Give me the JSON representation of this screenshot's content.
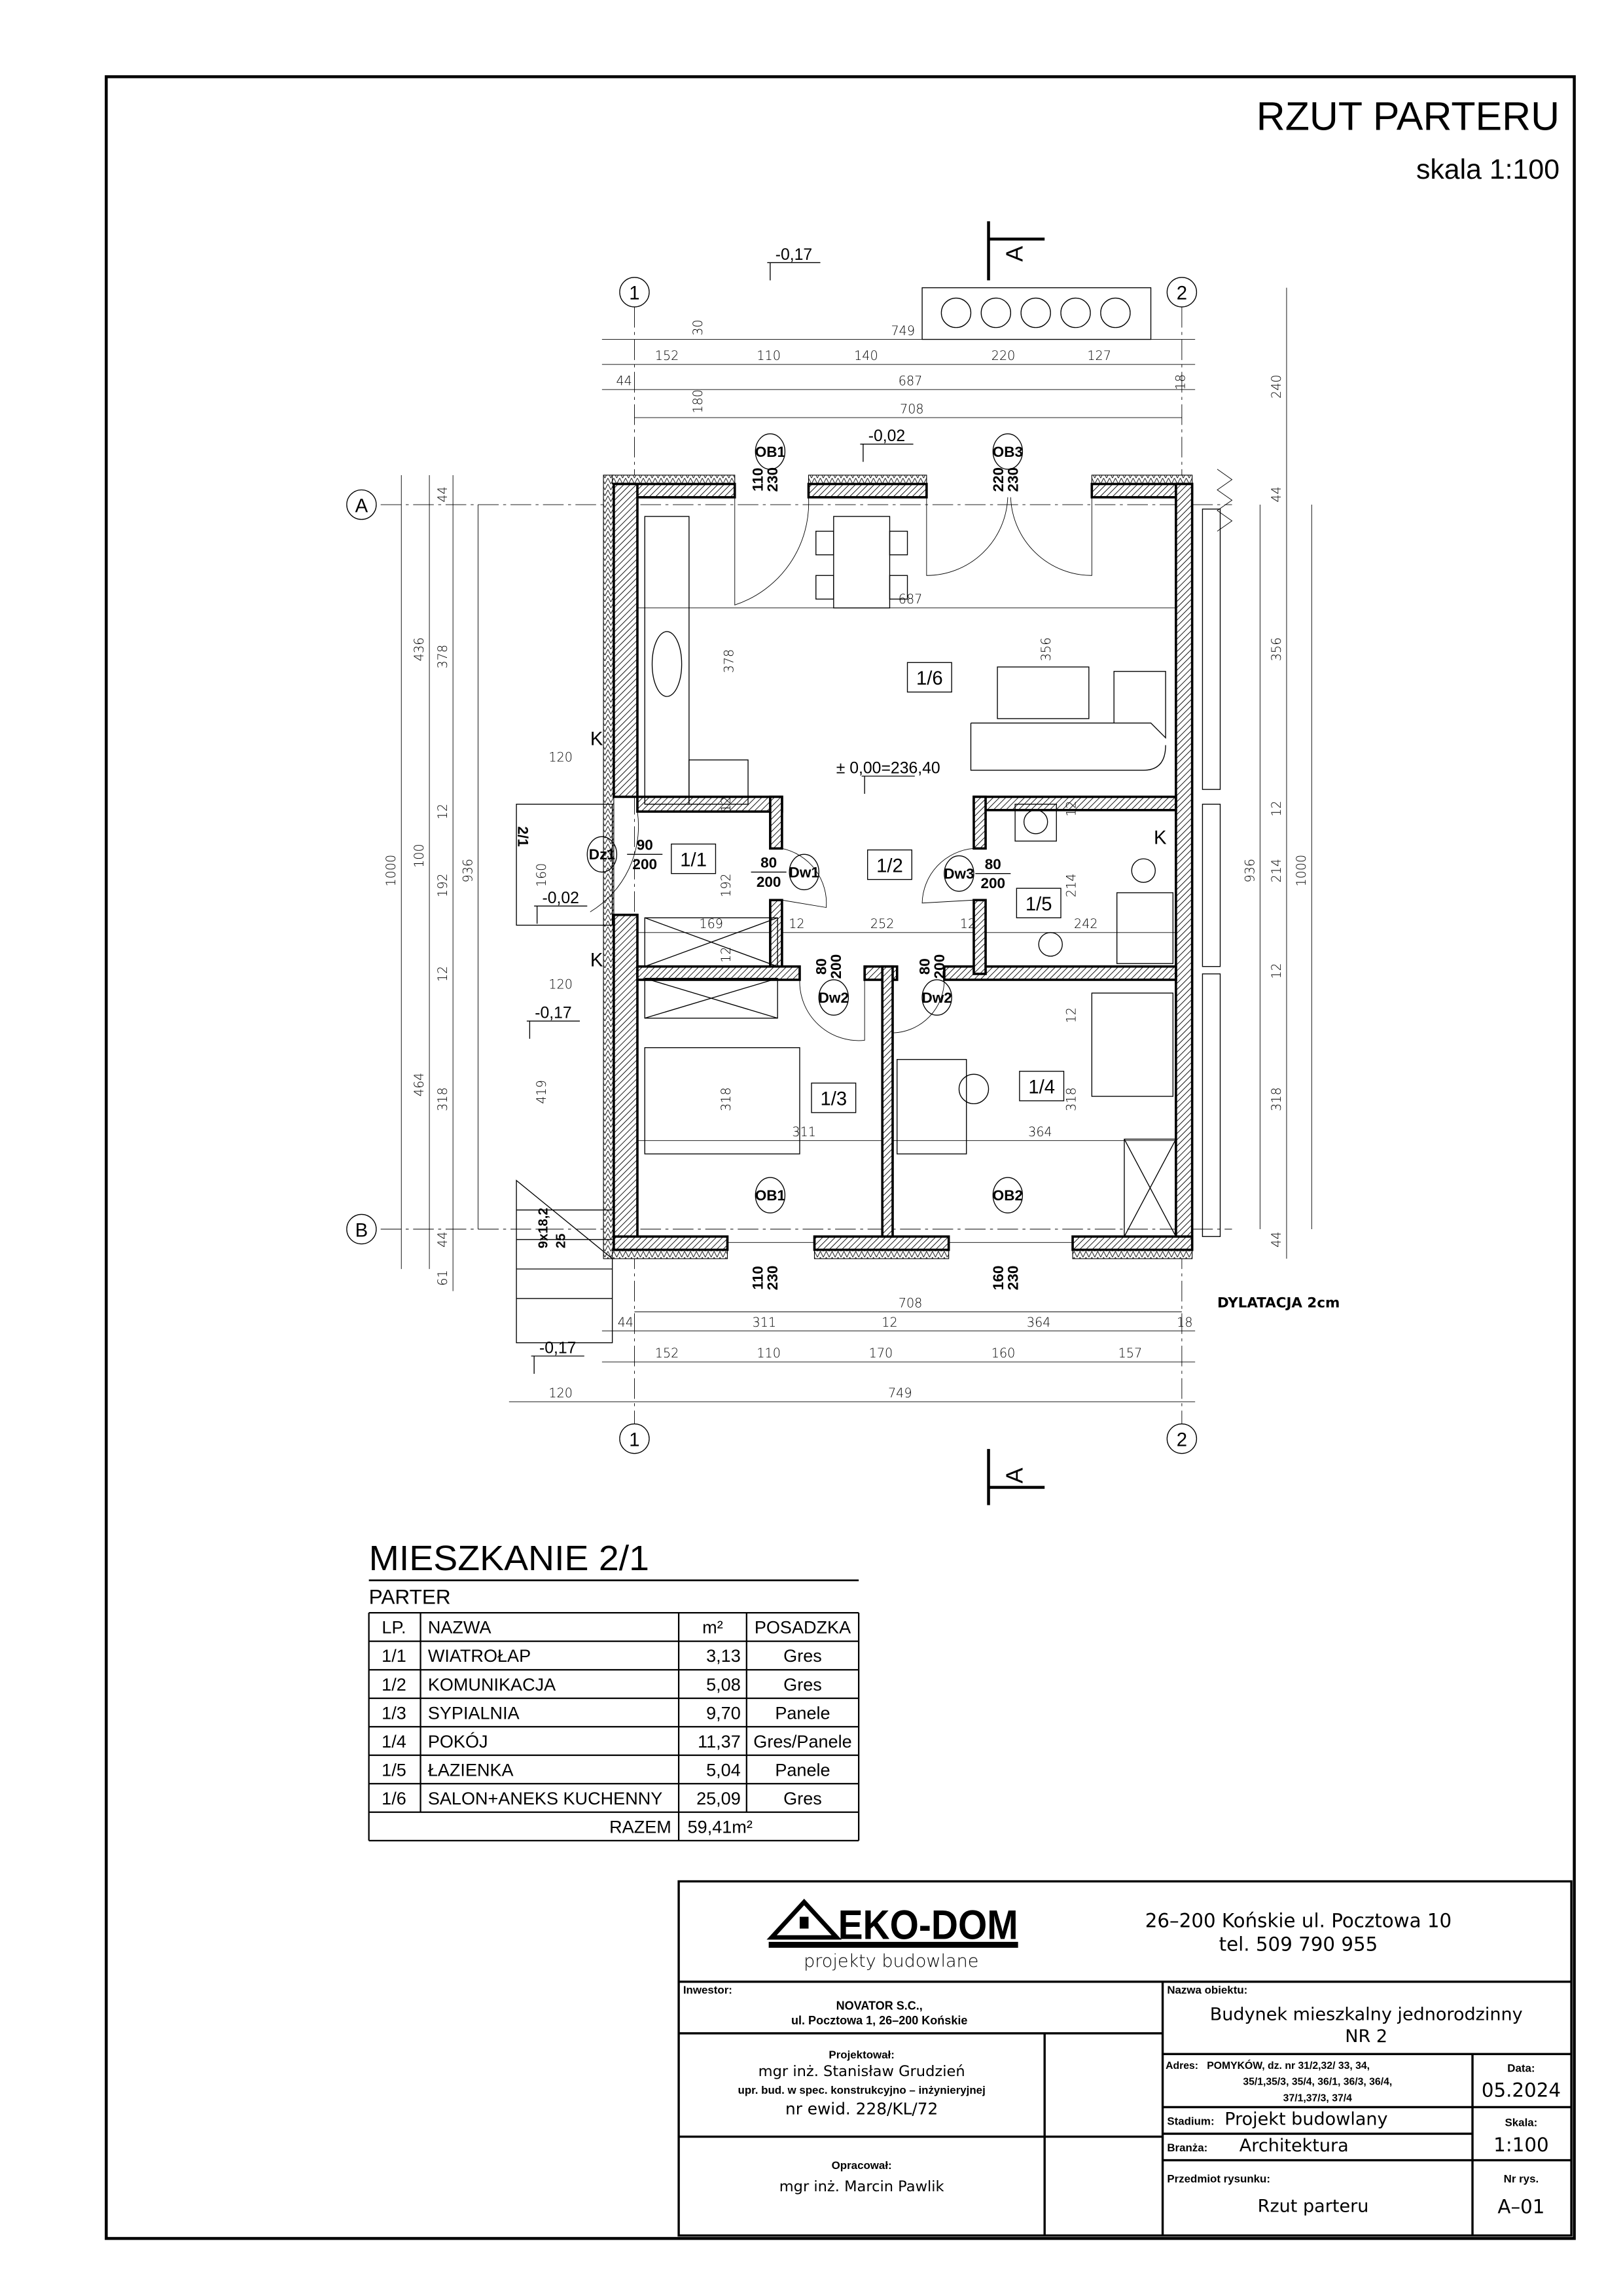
{
  "sheet": {
    "title": "RZUT PARTERU",
    "scale": "skala 1:100"
  },
  "plan": {
    "grid": {
      "a": "A",
      "b": "B",
      "one": "1",
      "two": "2"
    },
    "section_mark": "A",
    "rooms": [
      "1/6",
      "1/1",
      "1/2",
      "1/5",
      "1/3",
      "1/4"
    ],
    "levels": [
      "-0,17",
      "-0,02",
      "-0,02",
      "-0,17",
      "-0,17",
      "± 0,00=236,40"
    ],
    "openings": [
      {
        "tag": "OB1",
        "w": "110",
        "h": "230"
      },
      {
        "tag": "OB3",
        "w": "220",
        "h": "230"
      },
      {
        "tag": "OB1",
        "w": "110",
        "h": "230"
      },
      {
        "tag": "OB2",
        "w": "160",
        "h": "230"
      },
      {
        "tag": "Dz1",
        "w": "90",
        "h": "200"
      },
      {
        "tag": "Dw1",
        "w": "80",
        "h": "200"
      },
      {
        "tag": "Dw3",
        "w": "80",
        "h": "200"
      },
      {
        "tag": "Dw2",
        "w": "80",
        "h": "200"
      },
      {
        "tag": "Dw2",
        "w": "80",
        "h": "200"
      }
    ],
    "dims": [
      "30",
      "749",
      "152",
      "110",
      "140",
      "220",
      "127",
      "44",
      "687",
      "18",
      "180",
      "708",
      "240",
      "44",
      "436",
      "378",
      "378",
      "12",
      "1000",
      "100",
      "192",
      "936",
      "12",
      "464",
      "318",
      "419",
      "44",
      "61",
      "120",
      "120",
      "356",
      "936",
      "1000",
      "214",
      "12",
      "12",
      "318",
      "44",
      "44",
      "687",
      "356",
      "160",
      "169",
      "12",
      "252",
      "12",
      "242",
      "214",
      "192",
      "12",
      "12",
      "318",
      "311",
      "364",
      "318",
      "12",
      "12",
      "708",
      "44",
      "311",
      "12",
      "364",
      "18",
      "152",
      "110",
      "170",
      "160",
      "157",
      "120",
      "749"
    ],
    "chimney_mark": "K",
    "expansion_joint": "DYLATACJA 2cm",
    "stair_label": "2/1",
    "stair_steps": "9x18,2",
    "stair_tread": "25"
  },
  "apartment": {
    "title": "MIESZKANIE 2/1",
    "floor": "PARTER",
    "headers": [
      "LP.",
      "NAZWA",
      "m²",
      "POSADZKA"
    ],
    "rows": [
      [
        "1/1",
        "WIATROŁAP",
        "3,13",
        "Gres"
      ],
      [
        "1/2",
        "KOMUNIKACJA",
        "5,08",
        "Gres"
      ],
      [
        "1/3",
        "SYPIALNIA",
        "9,70",
        "Panele"
      ],
      [
        "1/4",
        "POKÓJ",
        "11,37",
        "Gres/Panele"
      ],
      [
        "1/5",
        "ŁAZIENKA",
        "5,04",
        "Panele"
      ],
      [
        "1/6",
        "SALON+ANEKS KUCHENNY",
        "25,09",
        "Gres"
      ]
    ],
    "total_label": "RAZEM",
    "total_value": "59,41m²"
  },
  "title_block": {
    "logo_text": "EKO-DOM",
    "logo_sub": "projekty budowlane",
    "address": "26–200 Końskie ul. Pocztowa 10",
    "phone": "tel. 509 790 955",
    "investor_label": "Inwestor:",
    "investor_name": "NOVATOR S.C.,",
    "investor_address": "ul. Pocztowa 1, 26–200 Końskie",
    "designer_label": "Projektował:",
    "designer_name": "mgr inż. Stanisław Grudzień",
    "designer_license": "upr. bud. w spec. konstrukcyjno – inżynieryjnej",
    "designer_reg": "nr ewid. 228/KL/72",
    "prepared_label": "Opracował:",
    "prepared_name": "mgr inż. Marcin Pawlik",
    "object_label": "Nazwa obiektu:",
    "object_name": "Budynek mieszkalny jednorodzinny",
    "object_no": "NR 2",
    "address_label": "Adres:",
    "site_line1": "POMYKÓW,  dz. nr 31/2,32/ 33, 34,",
    "site_line2": "35/1,35/3, 35/4, 36/1, 36/3, 36/4,",
    "site_line3": "37/1,37/3, 37/4",
    "date_label": "Data:",
    "date": "05.2024",
    "stage_label": "Stadium:",
    "stage": "Projekt budowlany",
    "branch_label": "Branża:",
    "branch": "Architektura",
    "scale_label": "Skala:",
    "scale": "1:100",
    "subject_label": "Przedmiot rysunku:",
    "subject": "Rzut parteru",
    "drawing_no_label": "Nr rys.",
    "drawing_no": "A–01"
  }
}
